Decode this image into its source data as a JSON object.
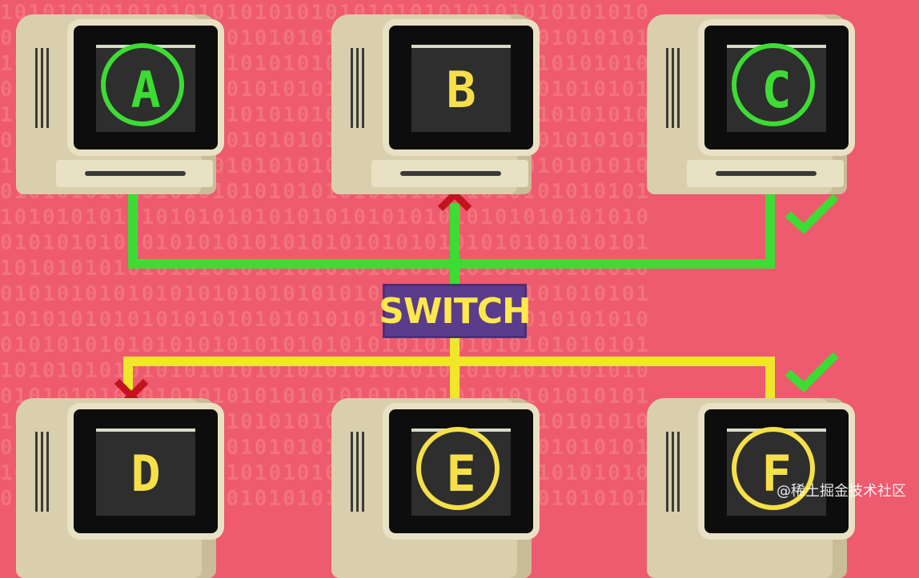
{
  "background": {
    "color": "#ee5a6e",
    "pattern_color": "#f58a86"
  },
  "computers": [
    {
      "label": "A",
      "row": "top",
      "highlighted": true,
      "color": "#3ddc34"
    },
    {
      "label": "B",
      "row": "top",
      "highlighted": false,
      "color": "#f5e04a"
    },
    {
      "label": "C",
      "row": "top",
      "highlighted": true,
      "color": "#3ddc34"
    },
    {
      "label": "D",
      "row": "bottom",
      "highlighted": false,
      "color": "#f5e04a"
    },
    {
      "label": "E",
      "row": "bottom",
      "highlighted": true,
      "color": "#f5e04a"
    },
    {
      "label": "F",
      "row": "bottom",
      "highlighted": true,
      "color": "#f5e04a"
    }
  ],
  "switch": {
    "label": "SWITCH",
    "bg_color": "#5a3c8c",
    "text_color": "#ffe94a"
  },
  "links": {
    "top_network_color": "#3ddc34",
    "bottom_network_color": "#f0e62a",
    "blocked_marks": [
      "B",
      "D"
    ],
    "check_marks": [
      "C",
      "F"
    ],
    "cross_color": "#c0151d",
    "check_color": "#3ddc34"
  },
  "watermark": "@稀土掘金技术社区"
}
